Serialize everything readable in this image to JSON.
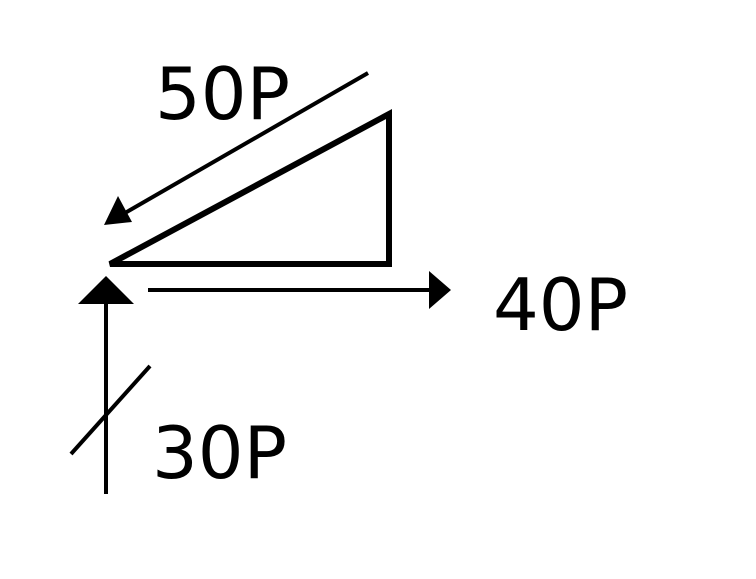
{
  "diagram": {
    "labels": {
      "top": "50P",
      "right": "40P",
      "bottom": "30P"
    },
    "colors": {
      "stroke": "#000000",
      "background": "#ffffff"
    }
  }
}
